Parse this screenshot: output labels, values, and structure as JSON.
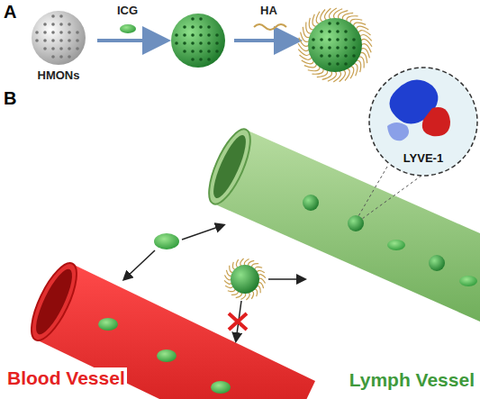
{
  "diagram": {
    "nodes": [
      {
        "text": [
          "HMONs"
        ]
      },
      {
        "text": [
          "LYVE-1"
        ]
      }
    ],
    "labels": [
      "A",
      "ICG",
      "HA",
      "B",
      "Blood Vessel",
      "Lymph Vessel"
    ]
  }
}
